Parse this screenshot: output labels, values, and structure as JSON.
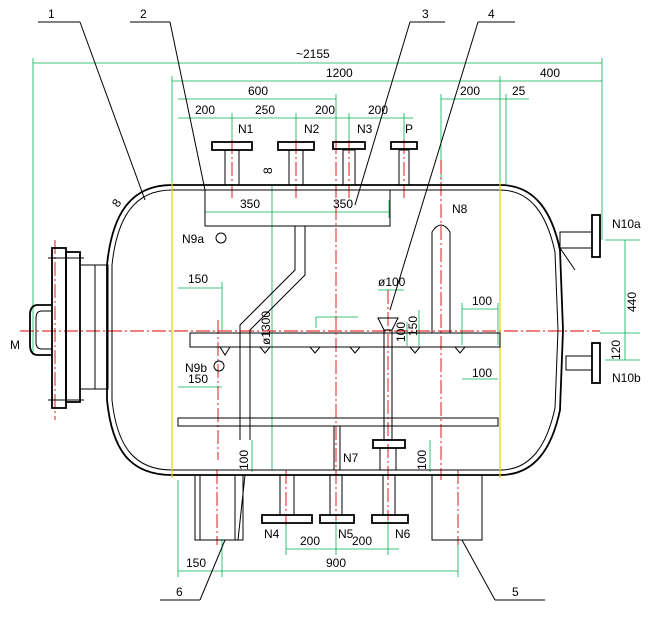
{
  "parts": [
    "1",
    "2",
    "3",
    "4",
    "5",
    "6"
  ],
  "dims": {
    "total": "~2155",
    "d1200": "1200",
    "d400": "400",
    "d600": "600",
    "d200a": "200",
    "d25": "25",
    "d200b": "200",
    "d250": "250",
    "d200c": "200",
    "d200d": "200",
    "d8": "8",
    "d350a": "350",
    "d350b": "350",
    "d150a": "150",
    "d150b": "150",
    "dphi100": "ø100",
    "d100a": "100",
    "d100b": "100",
    "d150v": "150",
    "d100v": "100",
    "dphi1300": "ø1300",
    "d100c": "100",
    "d100d": "100",
    "d440": "440",
    "d120": "120",
    "d200e": "200",
    "d200f": "200",
    "d150c": "150",
    "d900": "900",
    "d8b": "8"
  },
  "nozzles": {
    "N1": "N1",
    "N2": "N2",
    "N3": "N3",
    "P": "P",
    "N8": "N8",
    "N9a": "N9a",
    "N9b": "N9b",
    "N10a": "N10a",
    "N10b": "N10b",
    "N4": "N4",
    "N5": "N5",
    "N6": "N6",
    "N7": "N7",
    "M": "M"
  }
}
